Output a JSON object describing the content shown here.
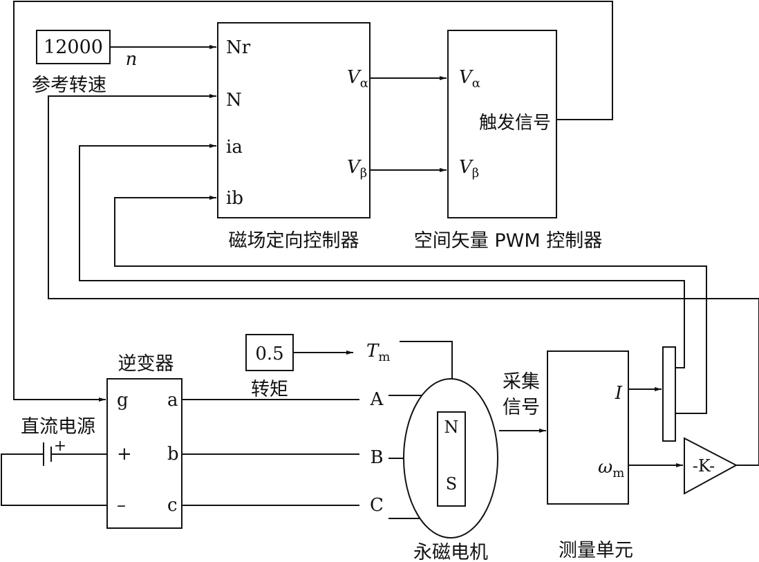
{
  "reference_speed": {
    "value": "12000",
    "signal": "n",
    "label": "参考转速"
  },
  "foc_controller": {
    "title": "磁场定向控制器",
    "inputs": [
      "Nr",
      "N",
      "ia",
      "ib"
    ],
    "outputs": [
      {
        "base": "V",
        "sub": "α"
      },
      {
        "base": "V",
        "sub": "β"
      }
    ]
  },
  "svpwm_controller": {
    "title": "空间矢量 PWM 控制器",
    "inputs": [
      {
        "base": "V",
        "sub": "α"
      },
      {
        "base": "V",
        "sub": "β"
      }
    ],
    "output": "触发信号"
  },
  "torque": {
    "value": "0.5",
    "label": "转矩",
    "signal_base": "T",
    "signal_sub": "m"
  },
  "inverter": {
    "title": "逆变器",
    "left_ports": [
      "g",
      "+",
      "–"
    ],
    "right_ports": [
      "a",
      "b",
      "c"
    ]
  },
  "dc_source": {
    "title": "直流电源",
    "plus": "+"
  },
  "motor": {
    "title": "永磁电机",
    "phases": [
      "A",
      "B",
      "C"
    ],
    "north": "N",
    "south": "S"
  },
  "collect_label": [
    "采集",
    "信号"
  ],
  "measurement_unit": {
    "title": "测量单元",
    "current_out": "I",
    "speed_out_base": "ω",
    "speed_out_sub": "m"
  },
  "gain_block": {
    "label": "-K-"
  }
}
